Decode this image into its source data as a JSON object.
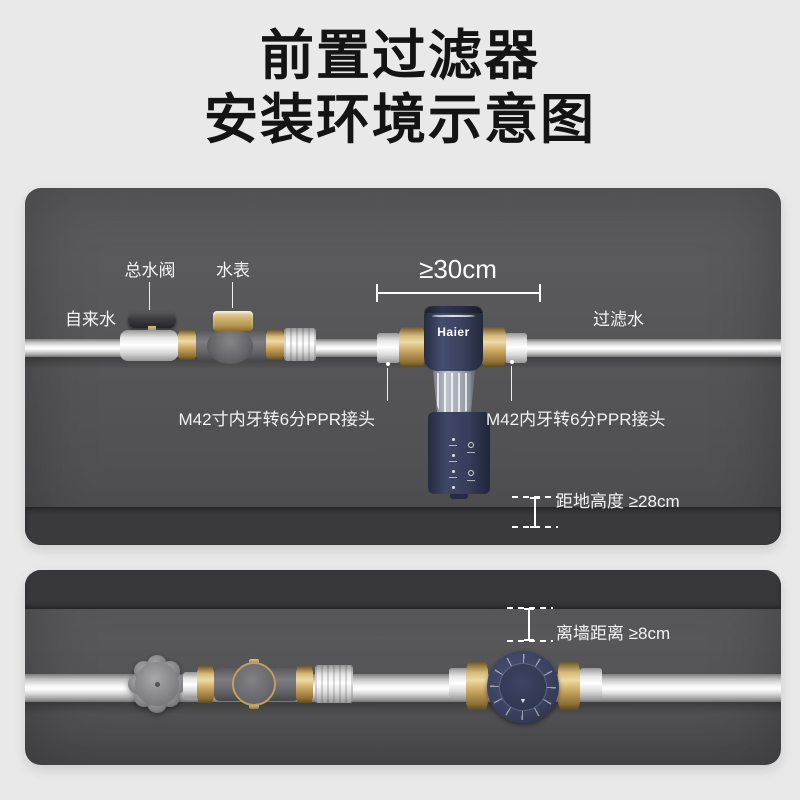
{
  "title": {
    "line1": "前置过滤器",
    "line2": "安装环境示意图"
  },
  "top_panel": {
    "labels": {
      "tap_water": "自来水",
      "main_valve": "总水阀",
      "water_meter": "水表",
      "filtered_water": "过滤水",
      "adapter_left": "M42寸内牙转6分PPR接头",
      "adapter_right": "M42内牙转6分PPR接头"
    },
    "dimensions": {
      "spacing": "≥30cm",
      "floor_clearance": "距地高度 ≥28cm"
    },
    "device": {
      "brand": "Haier"
    }
  },
  "bottom_panel": {
    "dimensions": {
      "wall_clearance": "离墙距离 ≥8cm"
    }
  },
  "colors": {
    "brand_navy": "#3b4260",
    "brass": "#c9a768",
    "pipe_gray": "#d8d8d8",
    "panel_gray": "#525254",
    "label_white": "#f2f2f2"
  }
}
